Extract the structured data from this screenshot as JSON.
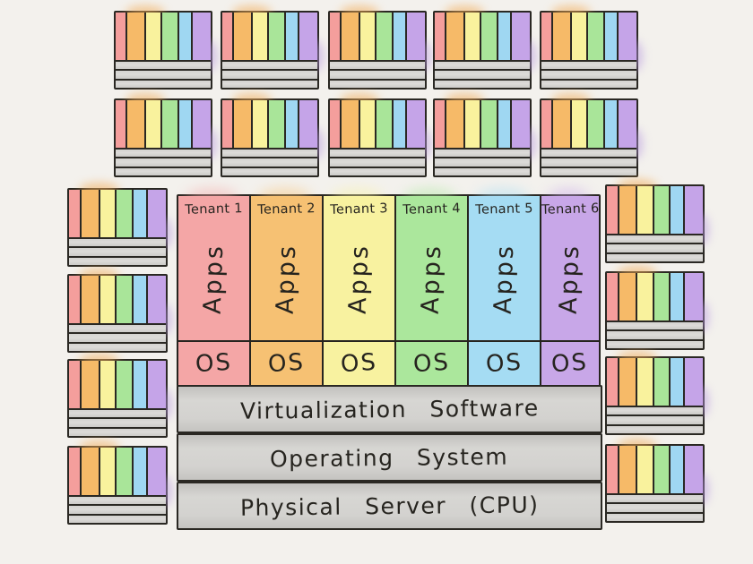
{
  "colors": {
    "background": "#f3f1ed",
    "ink": "#26241f",
    "layer_gray": "#d3d2cf"
  },
  "stack": {
    "tenants": [
      {
        "name": "Tenant 1",
        "apps": "Apps",
        "os": "OS",
        "color": "#f4a6a6"
      },
      {
        "name": "Tenant 2",
        "apps": "Apps",
        "os": "OS",
        "color": "#f6c173"
      },
      {
        "name": "Tenant 3",
        "apps": "Apps",
        "os": "OS",
        "color": "#f8f2a0"
      },
      {
        "name": "Tenant 4",
        "apps": "Apps",
        "os": "OS",
        "color": "#abe79c"
      },
      {
        "name": "Tenant 5",
        "apps": "Apps",
        "os": "OS",
        "color": "#a5dcf3"
      },
      {
        "name": "Tenant 6",
        "apps": "Apps",
        "os": "OS",
        "color": "#c8a7e8"
      }
    ],
    "layers": [
      {
        "label": "Virtualization Software"
      },
      {
        "label": "Operating System"
      },
      {
        "label": "Physical Server (CPU)"
      }
    ]
  },
  "mini_icon": {
    "semantic": "tenant-stack-icon",
    "stripe_colors": [
      "#f49e9c",
      "#f6ba68",
      "#f9f29d",
      "#a9e599",
      "#9fd7f2",
      "#c5a4e8"
    ],
    "bar_count": 3
  }
}
